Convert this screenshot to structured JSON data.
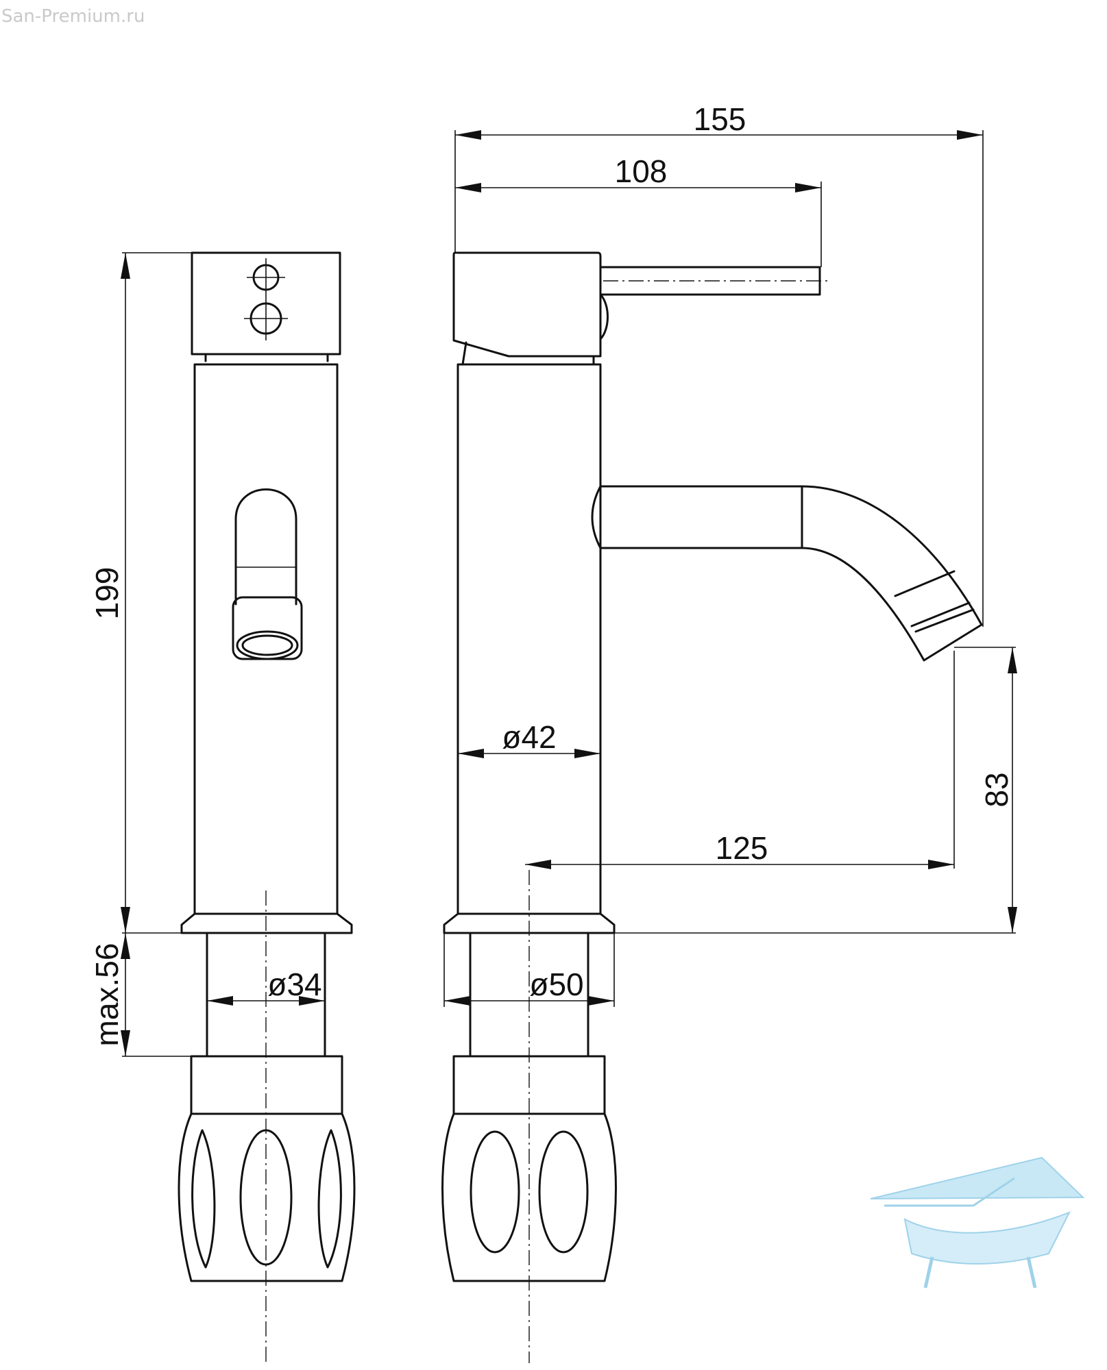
{
  "watermark": {
    "site": "San-Premium.ru",
    "logo_icon": "bathtub-logo-icon"
  },
  "dimensions": {
    "overall_length": "155",
    "handle_reach": "108",
    "total_height": "199",
    "spout_height": "83",
    "spout_reach": "125",
    "body_diameter": "ø42",
    "shank_diameter": "ø34",
    "base_diameter": "ø50",
    "max_mount_thickness": "max.56"
  },
  "colors": {
    "line": "#111111",
    "watermark_text": "#c9c9c9",
    "watermark_logo": "#a9d8ee"
  }
}
